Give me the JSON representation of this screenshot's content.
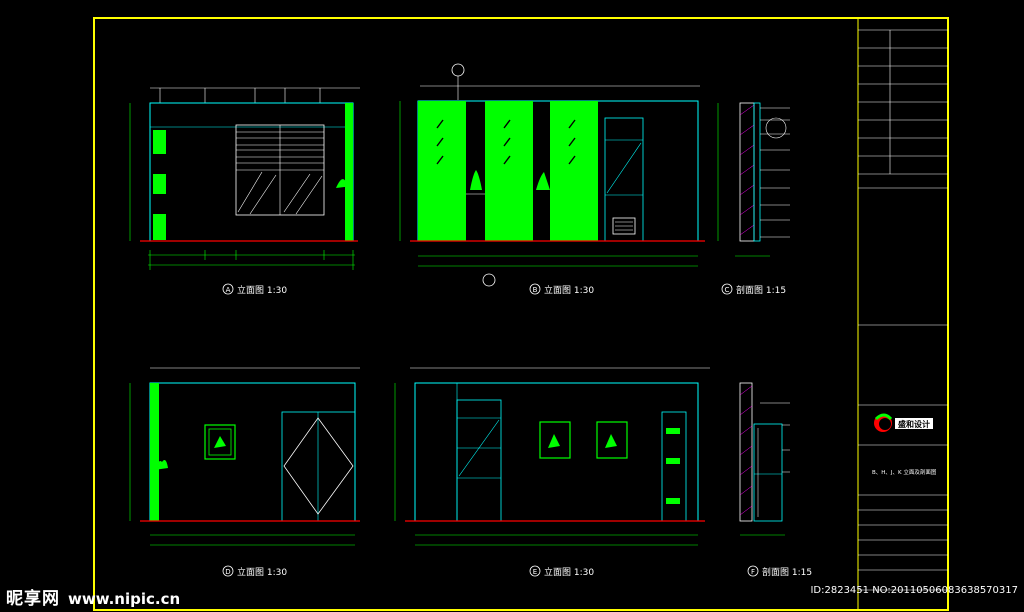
{
  "sheet": {
    "colors": {
      "frame": "#ffff00",
      "wall": "#00ffff",
      "fill": "#00ff00",
      "baseline": "#ff0000",
      "dim": "#00ff00",
      "leader": "#ffffff",
      "hatch": "#ff00ff"
    }
  },
  "views": {
    "v1": {
      "scale_title": "立面图 1:30",
      "marker": "A"
    },
    "v2": {
      "scale_title": "立面图 1:30",
      "marker": "B"
    },
    "v3": {
      "scale_title": "剖面图 1:15",
      "marker": "C"
    },
    "v4": {
      "scale_title": "立面图 1:30",
      "marker": "D"
    },
    "v5": {
      "scale_title": "立面图 1:30",
      "marker": "E"
    },
    "v6": {
      "scale_title": "剖面图 1:15",
      "marker": "F"
    }
  },
  "title_block": {
    "logo_text": "盛和设计",
    "project_code": "B、H、J、K 立面及剖面图"
  },
  "watermark": {
    "brand": "昵享网",
    "url": "www.nipic.cn",
    "image_id": "ID:2823451 NO:20110506083638570317"
  }
}
